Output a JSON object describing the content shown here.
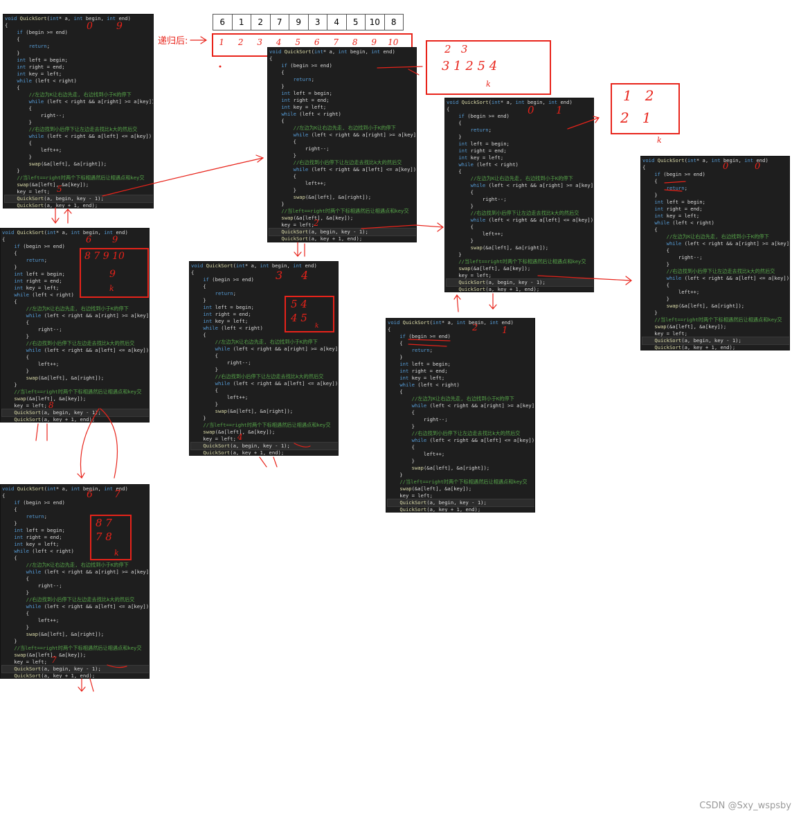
{
  "code_lines": [
    "void QuickSort(int* a, int begin, int end)",
    "{",
    "    if (begin >= end)",
    "    {",
    "        return;",
    "    }",
    "    int left = begin;",
    "    int right = end;",
    "    int key = left;",
    "    while (left < right)",
    "    {",
    "        //左边为K让右边先走, 右边找到小于K的停下",
    "        while (left < right && a[right] >= a[key])",
    "        {",
    "            right--;",
    "        }",
    "        //右边找到小后停下让左边走去找比k大的然后交",
    "        while (left < right && a[left] <= a[key])",
    "        {",
    "            left++;",
    "        }",
    "        swap(&a[left], &a[right]);",
    "    }",
    "    //当left==right时两个下标相遇然后让相遇点和key交",
    "    swap(&a[left], &a[key]);",
    "    key = left;",
    "    QuickSort(a, begin, key - 1);",
    "    QuickSort(a, key + 1, end);"
  ],
  "array_label": "递归后:",
  "array_top": [
    "6",
    "1",
    "2",
    "7",
    "9",
    "3",
    "4",
    "5",
    "10",
    "8"
  ],
  "array_sorted": [
    "1",
    "2",
    "3",
    "4",
    "5",
    "6",
    "7",
    "8",
    "9",
    "10"
  ],
  "annotations": {
    "p1_args": [
      "0",
      "9"
    ],
    "p1_key": "5",
    "p2_args": [
      "6",
      "9"
    ],
    "p2_box": [
      "8 7 9 10",
      "9",
      "k"
    ],
    "p2_key": "8",
    "p3_args": [
      "6",
      "7"
    ],
    "p3_box": [
      "8 7",
      "7 8",
      "k"
    ],
    "p3_key": "7",
    "p4_key": "2",
    "p5_args": [
      "3",
      "4"
    ],
    "p5_box": [
      "5 4",
      "4 5",
      "k"
    ],
    "p5_key": "4",
    "p6_args": [
      "0",
      "1"
    ],
    "p7_args": [
      "2",
      "1"
    ],
    "p8_args": [
      "0",
      "0"
    ],
    "box_312": [
      "2   3",
      "3 1 2 5 4",
      "k"
    ],
    "box_12": [
      "1   2",
      "2   1",
      "k"
    ]
  },
  "watermark": "CSDN @Sxy_wspsby"
}
